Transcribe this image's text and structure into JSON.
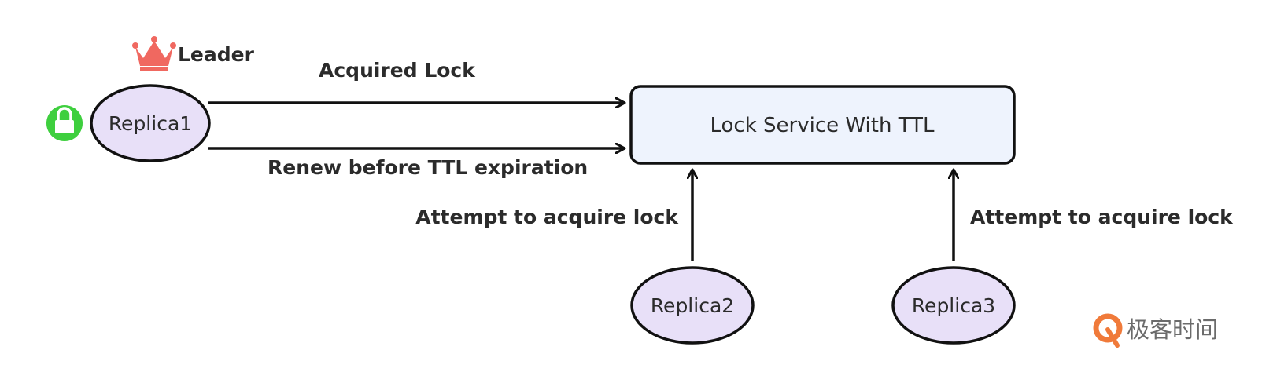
{
  "leader": {
    "label": "Leader",
    "icon": "crown-icon",
    "color": "#f06860"
  },
  "lock_badge": {
    "icon": "lock-icon",
    "color": "#3ecf3e"
  },
  "nodes": {
    "replica1": "Replica1",
    "replica2": "Replica2",
    "replica3": "Replica3",
    "lock_service": "Lock Service With TTL"
  },
  "edges": {
    "acquired": "Acquired Lock",
    "renew": "Renew before TTL expiration",
    "attempt2": "Attempt to acquire lock",
    "attempt3": "Attempt to acquire lock"
  },
  "colors": {
    "replica_fill": "#e8e0f8",
    "service_fill": "#eef3fd",
    "stroke": "#111111"
  },
  "watermark": {
    "text": "极客时间",
    "icon": "geektime-logo-icon",
    "color": "#f07a3a"
  }
}
